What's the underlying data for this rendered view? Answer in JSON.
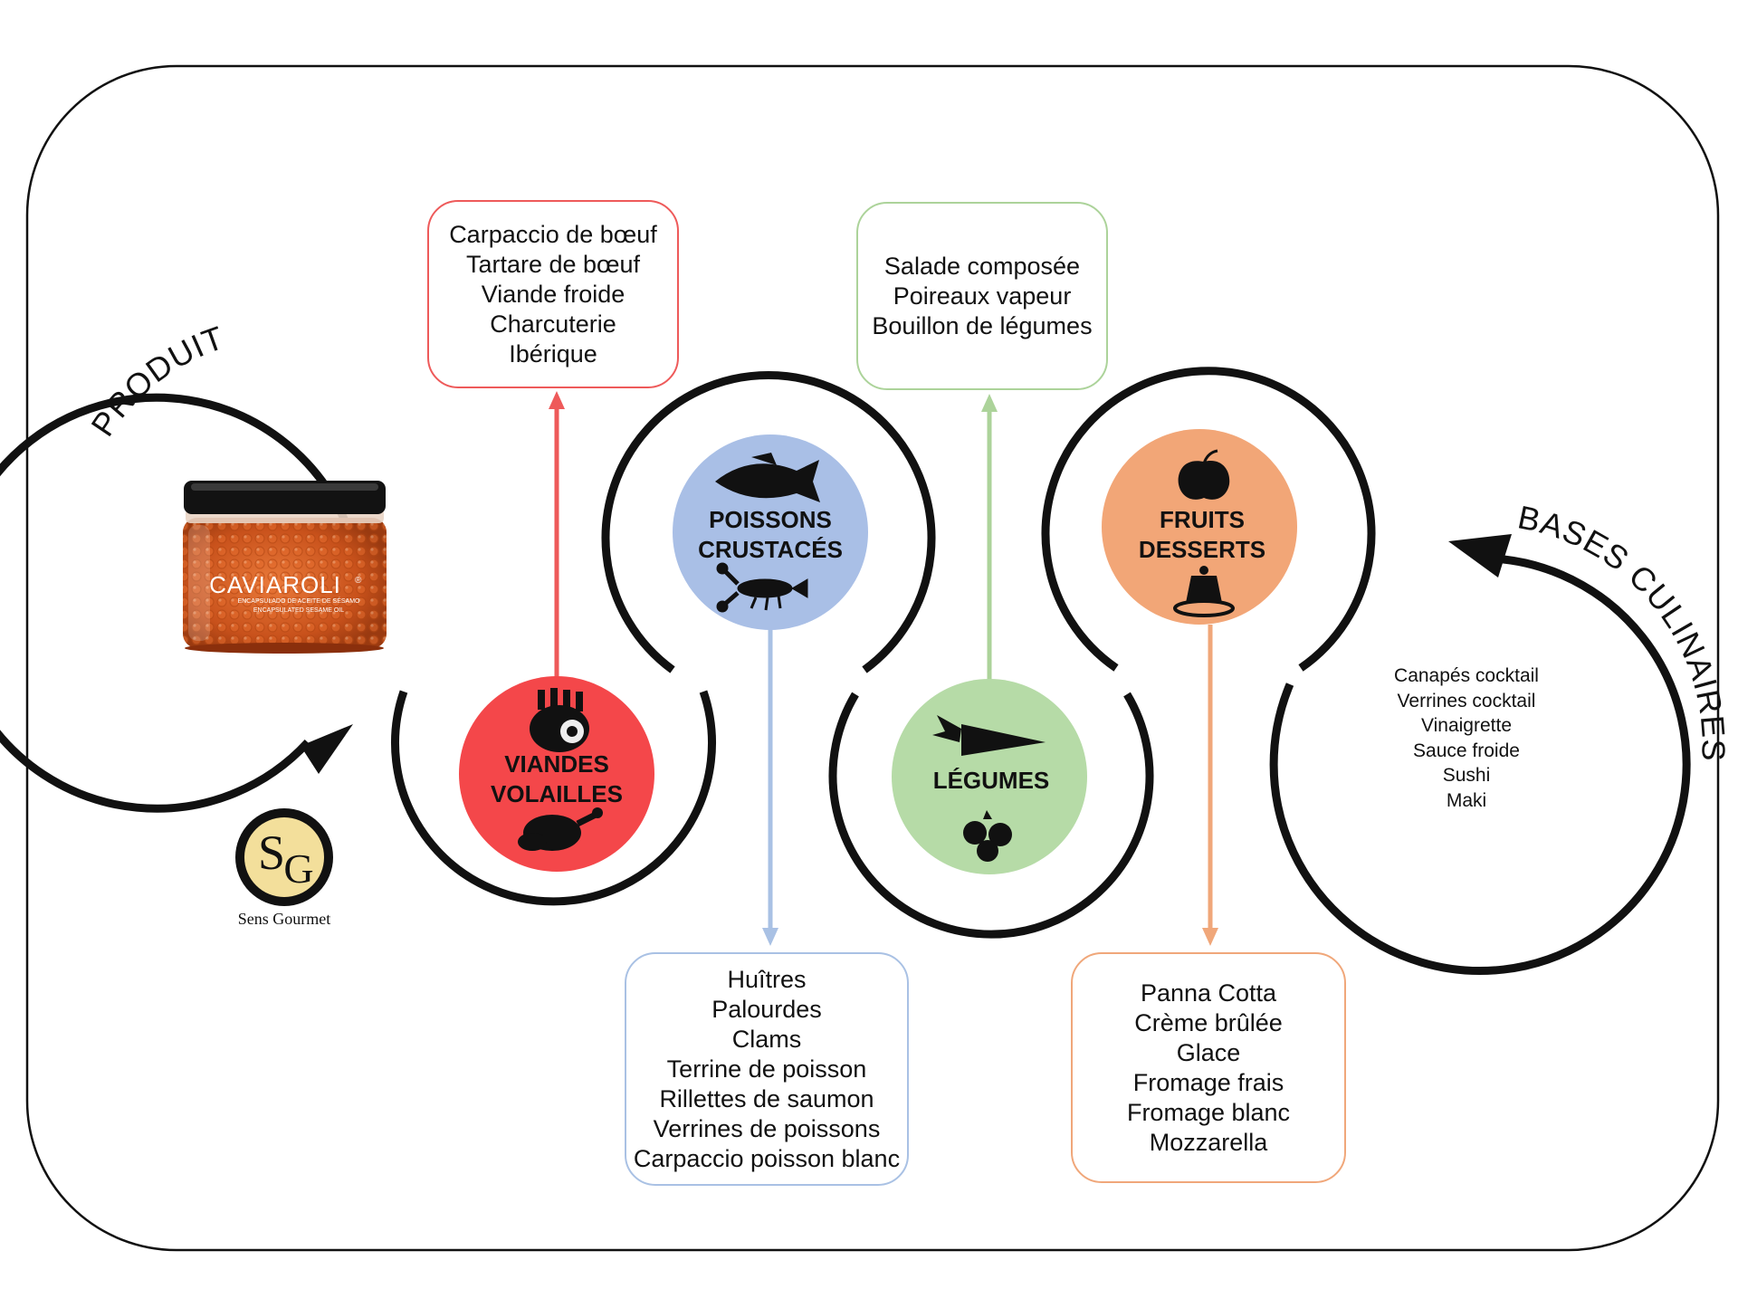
{
  "product": {
    "heading": "PRODUIT",
    "jar_brand": "CAVIAROLI",
    "jar_registered": "®",
    "jar_subtitle_1": "ENCAPSULADO DE ACEITE DE SÉSAMO",
    "jar_subtitle_2": "ENCAPSULATED SESAME OIL",
    "logo_monogram_1": "S",
    "logo_monogram_2": "G",
    "logo_name": "Sens Gourmet"
  },
  "bases": {
    "heading": "BASES CULINAIRES",
    "items": [
      "Canapés cocktail",
      "Verrines cocktail",
      "Vinaigrette",
      "Sauce froide",
      "Sushi",
      "Maki"
    ]
  },
  "categories": {
    "viandes": {
      "label_1": "VIANDES",
      "label_2": "VOLAILLES",
      "color": "#f4474a",
      "border_color": "#ee5a5a",
      "items": [
        "Carpaccio de bœuf",
        "Tartare de bœuf",
        "Viande froide",
        "Charcuterie",
        "Ibérique"
      ]
    },
    "poissons": {
      "label_1": "POISSONS",
      "label_2": "CRUSTACÉS",
      "color": "#a9bfe6",
      "border_color": "#a9c1e4",
      "items": [
        "Huîtres",
        "Palourdes",
        "Clams",
        "Terrine de poisson",
        "Rillettes de saumon",
        "Verrines de poissons",
        "Carpaccio poisson blanc"
      ]
    },
    "legumes": {
      "label_1": "LÉGUMES",
      "color": "#b6dba7",
      "border_color": "#acd39a",
      "items": [
        "Salade composée",
        "Poireaux vapeur",
        "Bouillon de légumes"
      ]
    },
    "fruits": {
      "label_1": "FRUITS",
      "label_2": "DESSERTS",
      "color": "#f2a677",
      "border_color": "#f0a77a",
      "items": [
        "Panna Cotta",
        "Crème brûlée",
        "Glace",
        "Fromage frais",
        "Fromage blanc",
        "Mozzarella"
      ]
    }
  },
  "icons": [
    "meat-icon",
    "chicken-icon",
    "fish-icon",
    "lobster-icon",
    "carrot-icon",
    "radish-icon",
    "apple-icon",
    "pudding-icon"
  ]
}
